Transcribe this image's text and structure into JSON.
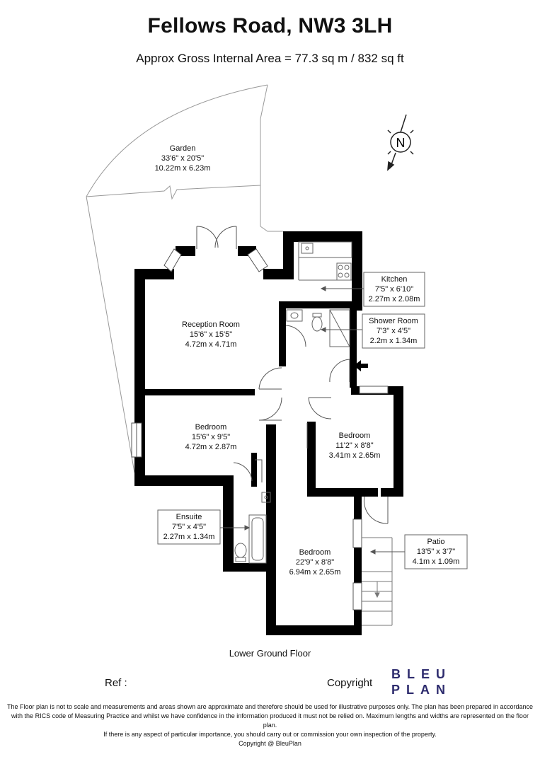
{
  "header": {
    "title": "Fellows Road, NW3 3LH",
    "area": "Approx Gross Internal Area = 77.3 sq m / 832 sq ft"
  },
  "compass": {
    "label": "N"
  },
  "rooms": {
    "garden": {
      "name": "Garden",
      "imperial": "33'6\" x 20'5\"",
      "metric": "10.22m x 6.23m"
    },
    "kitchen": {
      "name": "Kitchen",
      "imperial": "7'5\" x 6'10\"",
      "metric": "2.27m x 2.08m"
    },
    "shower_room": {
      "name": "Shower Room",
      "imperial": "7'3\" x 4'5\"",
      "metric": "2.2m x 1.34m"
    },
    "reception": {
      "name": "Reception Room",
      "imperial": "15'6\" x 15'5\"",
      "metric": "4.72m x 4.71m"
    },
    "bedroom1": {
      "name": "Bedroom",
      "imperial": "15'6\" x 9'5\"",
      "metric": "4.72m x 2.87m"
    },
    "bedroom2": {
      "name": "Bedroom",
      "imperial": "11'2\" x 8'8\"",
      "metric": "3.41m x 2.65m"
    },
    "ensuite": {
      "name": "Ensuite",
      "imperial": "7'5\" x 4'5\"",
      "metric": "2.27m x 1.34m"
    },
    "bedroom3": {
      "name": "Bedroom",
      "imperial": "22'9\" x 8'8\"",
      "metric": "6.94m x 2.65m"
    },
    "patio": {
      "name": "Patio",
      "imperial": "13'5\" x 3'7\"",
      "metric": "4.1m x 1.09m"
    }
  },
  "floor_label": "Lower Ground Floor",
  "footer": {
    "ref_label": "Ref :",
    "copyright_label": "Copyright",
    "logo_line1": "BLEU",
    "logo_line2": "PLAN",
    "disclaimer_1": "The Floor plan is not to scale and measurements and areas shown are approximate and therefore should be used for illustrative purposes only. The plan has been prepared in accordance",
    "disclaimer_2": "with the RICS code of Measuring Practice and whilst we have confidence in the information produced it must not be relied on. Maximum lengths and widths are represented on the floor plan.",
    "disclaimer_3": "If there is any aspect of particular importance, you should carry out or commission your own inspection of the property.",
    "disclaimer_4": "Copyright @ BleuPlan"
  },
  "colors": {
    "wall": "#000000",
    "line": "#888888",
    "logo": "#2e2c6e"
  }
}
